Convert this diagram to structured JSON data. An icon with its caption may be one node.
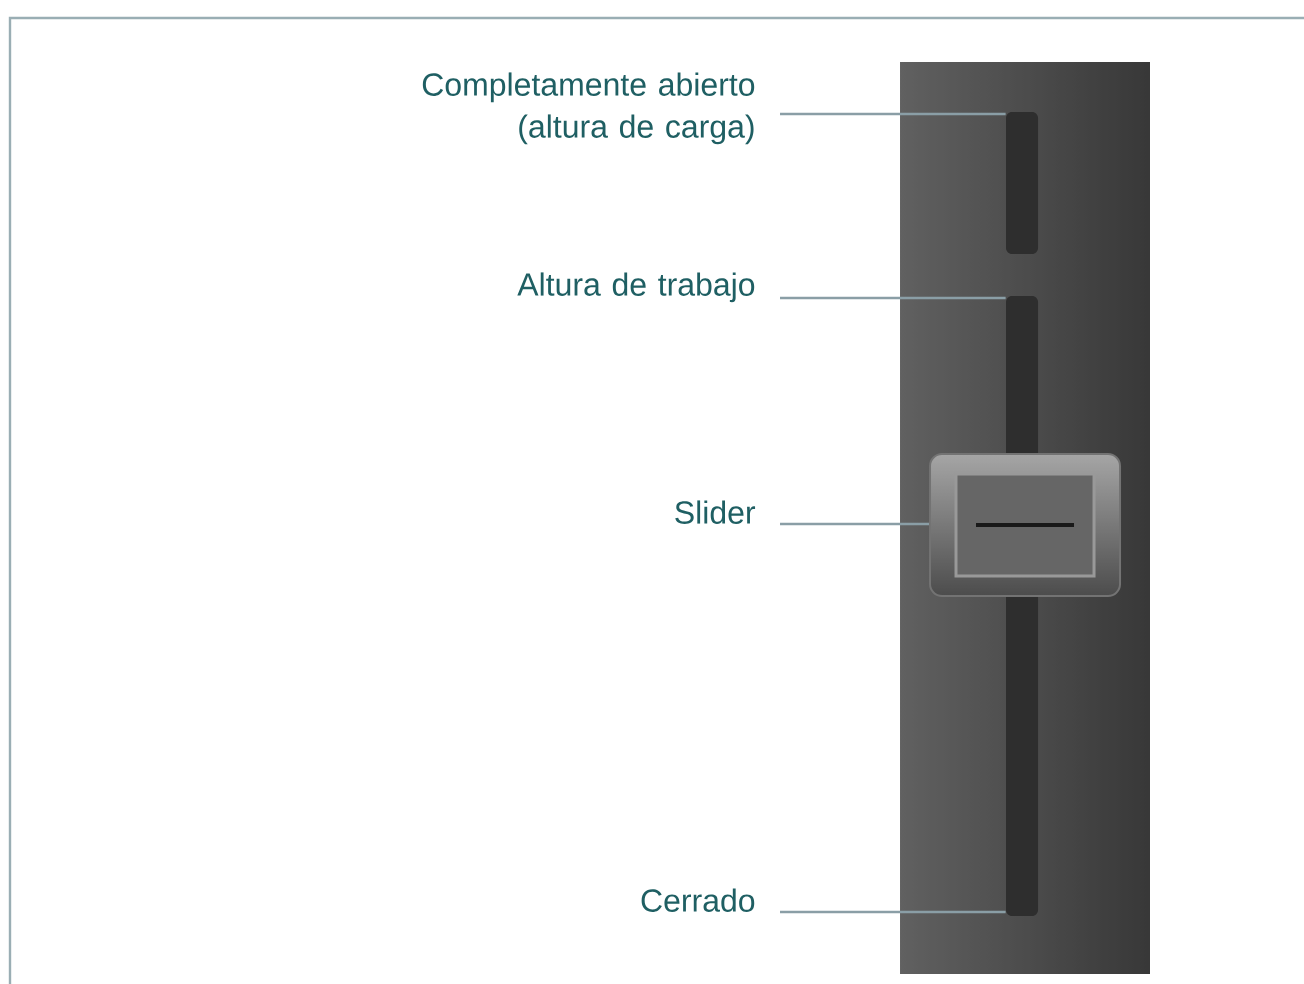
{
  "diagram": {
    "nodes": [
      {
        "text": [
          "Completamente abierto (altura de carga)"
        ]
      },
      {
        "text": [
          "Altura de trabajo"
        ]
      },
      {
        "text": [
          "Slider"
        ]
      },
      {
        "text": [
          "Cerrado"
        ]
      },
      {
        "text": [],
        "shape": "bar"
      },
      {
        "text": [],
        "shape": "bar"
      },
      {
        "text": [],
        "shape": "box"
      }
    ],
    "edges": [
      {
        "from": 0,
        "to": 4,
        "arrow": "none"
      },
      {
        "from": 1,
        "to": 5,
        "arrow": "none"
      },
      {
        "from": 2,
        "to": 6,
        "arrow": "none"
      },
      {
        "from": 3,
        "to": 5,
        "arrow": "none"
      }
    ]
  }
}
